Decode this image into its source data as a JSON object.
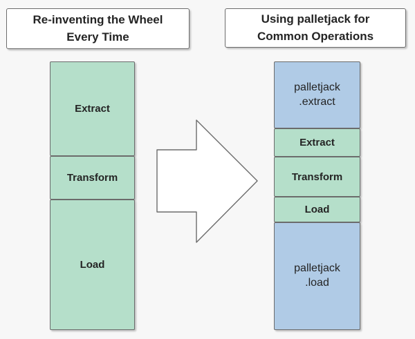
{
  "diagram": {
    "background_color": "#f7f7f7",
    "green_color": "#b5dfca",
    "blue_color": "#b0cbe6",
    "border_color": "#6b6b6b",
    "text_color": "#242424"
  },
  "left_panel": {
    "title_line1": "Re-inventing the Wheel",
    "title_line2": "Every Time",
    "stack": [
      {
        "label": "Extract",
        "color": "green",
        "style": "bold"
      },
      {
        "label": "Transform",
        "color": "green",
        "style": "bold"
      },
      {
        "label": "Load",
        "color": "green",
        "style": "bold"
      }
    ]
  },
  "arrow": {
    "icon": "right-arrow-icon",
    "direction": "right",
    "fill": "#ffffff",
    "stroke": "#6b6b6b"
  },
  "right_panel": {
    "title_line1": "Using palletjack for",
    "title_line2": "Common Operations",
    "stack": [
      {
        "label_line1": "palletjack",
        "label_line2": ".extract",
        "color": "blue",
        "style": "plain"
      },
      {
        "label": "Extract",
        "color": "green",
        "style": "bold"
      },
      {
        "label": "Transform",
        "color": "green",
        "style": "bold"
      },
      {
        "label": "Load",
        "color": "green",
        "style": "bold"
      },
      {
        "label_line1": "palletjack",
        "label_line2": ".load",
        "color": "blue",
        "style": "plain"
      }
    ]
  }
}
